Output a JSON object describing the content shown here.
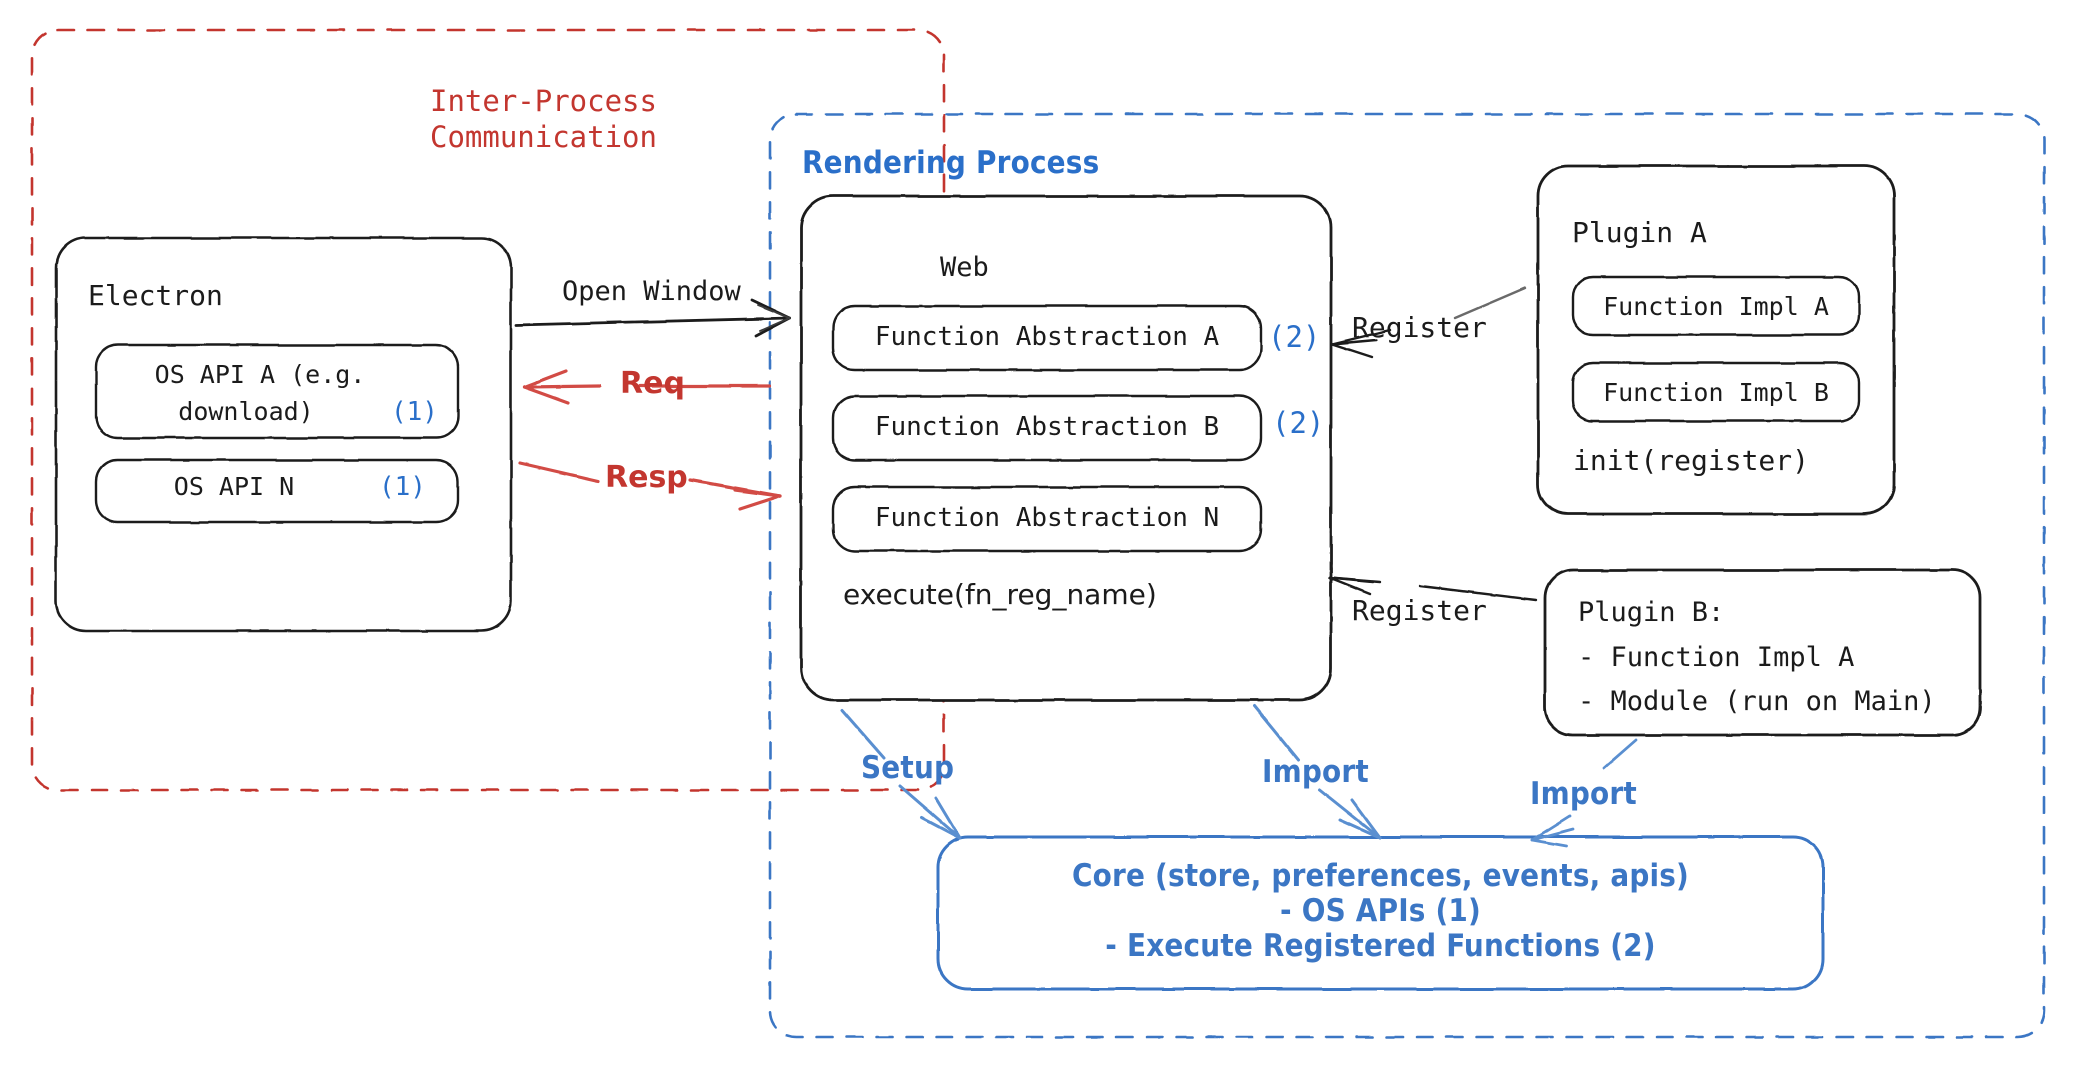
{
  "diagram": {
    "title": "Electron plugin architecture",
    "colors": {
      "ipc_red": "#c3362f",
      "render_blue": "#2a6fc9",
      "core_blue": "#3b76c4",
      "box_stroke": "#1b1b1b",
      "background": "#ffffff"
    },
    "containers": {
      "ipc": {
        "label": "Inter-Process\nCommunication",
        "line1": "Inter-Process",
        "line2": "Communication",
        "style": "dashed",
        "color": "#c3362f"
      },
      "rendering": {
        "label": "Rendering Process",
        "style": "dashed",
        "color": "#2a6fc9"
      }
    },
    "electron": {
      "title": "Electron",
      "items": [
        {
          "label": "OS API A (e.g.\ndownload)",
          "line1": "OS API A (e.g.",
          "line2": "download)",
          "marker": "(1)"
        },
        {
          "label": "OS API N",
          "line1": "OS API N",
          "line2": "",
          "marker": "(1)"
        }
      ]
    },
    "web": {
      "title": "Web",
      "items": [
        {
          "label": "Function Abstraction A",
          "marker": "(2)"
        },
        {
          "label": "Function Abstraction B",
          "marker": "(2)"
        },
        {
          "label": "Function Abstraction N",
          "marker": ""
        }
      ],
      "footer": "execute(fn_reg_name)"
    },
    "plugin_a": {
      "title": "Plugin A",
      "items": [
        {
          "label": "Function Impl A"
        },
        {
          "label": "Function Impl B"
        }
      ],
      "footer": "init(register)"
    },
    "plugin_b": {
      "line1": "Plugin B:",
      "line2": "- Function Impl A",
      "line3": "- Module (run on Main)"
    },
    "core": {
      "line1": "Core (store, preferences, events, apis)",
      "line2": "- OS APIs (1)",
      "line3": "- Execute Registered Functions (2)"
    },
    "edges": [
      {
        "id": "open-window",
        "label": "Open Window",
        "color": "#1b1b1b"
      },
      {
        "id": "req",
        "label": "Req",
        "color": "#c3362f"
      },
      {
        "id": "resp",
        "label": "Resp",
        "color": "#c3362f"
      },
      {
        "id": "register-a",
        "label": "Register",
        "color": "#1b1b1b"
      },
      {
        "id": "register-b",
        "label": "Register",
        "color": "#1b1b1b"
      },
      {
        "id": "setup",
        "label": "Setup",
        "color": "#3b76c4"
      },
      {
        "id": "import-web",
        "label": "Import",
        "color": "#3b76c4"
      },
      {
        "id": "import-plugin",
        "label": "Import",
        "color": "#3b76c4"
      }
    ]
  }
}
